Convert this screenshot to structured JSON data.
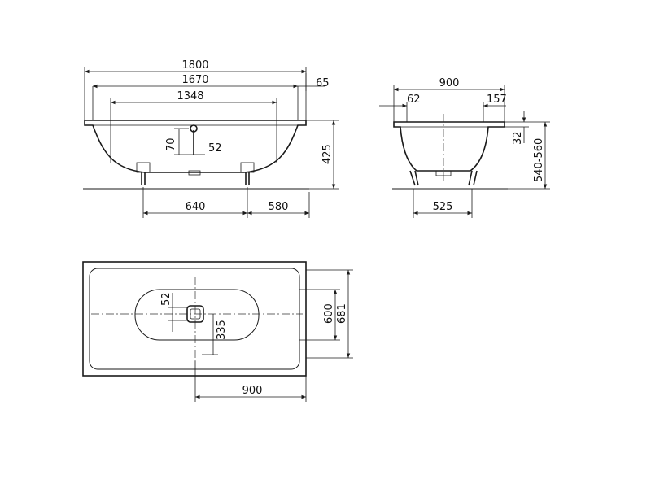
{
  "side_view": {
    "overall_length": "1800",
    "rim_length": "1670",
    "feet_span": "1348",
    "rim_width": "65",
    "drain_height": "70",
    "drain_offset": "52",
    "height": "425",
    "left_to_drain": "640",
    "drain_to_right": "580"
  },
  "end_view": {
    "overall_width": "900",
    "left_rim": "62",
    "right_rim": "157",
    "rim_thickness": "32",
    "total_height": "540-560",
    "feet_span": "525"
  },
  "plan_view": {
    "drain_size": "52",
    "drain_to_edge": "335",
    "inner_width": "600",
    "outer_width": "681",
    "drain_to_end": "900"
  }
}
